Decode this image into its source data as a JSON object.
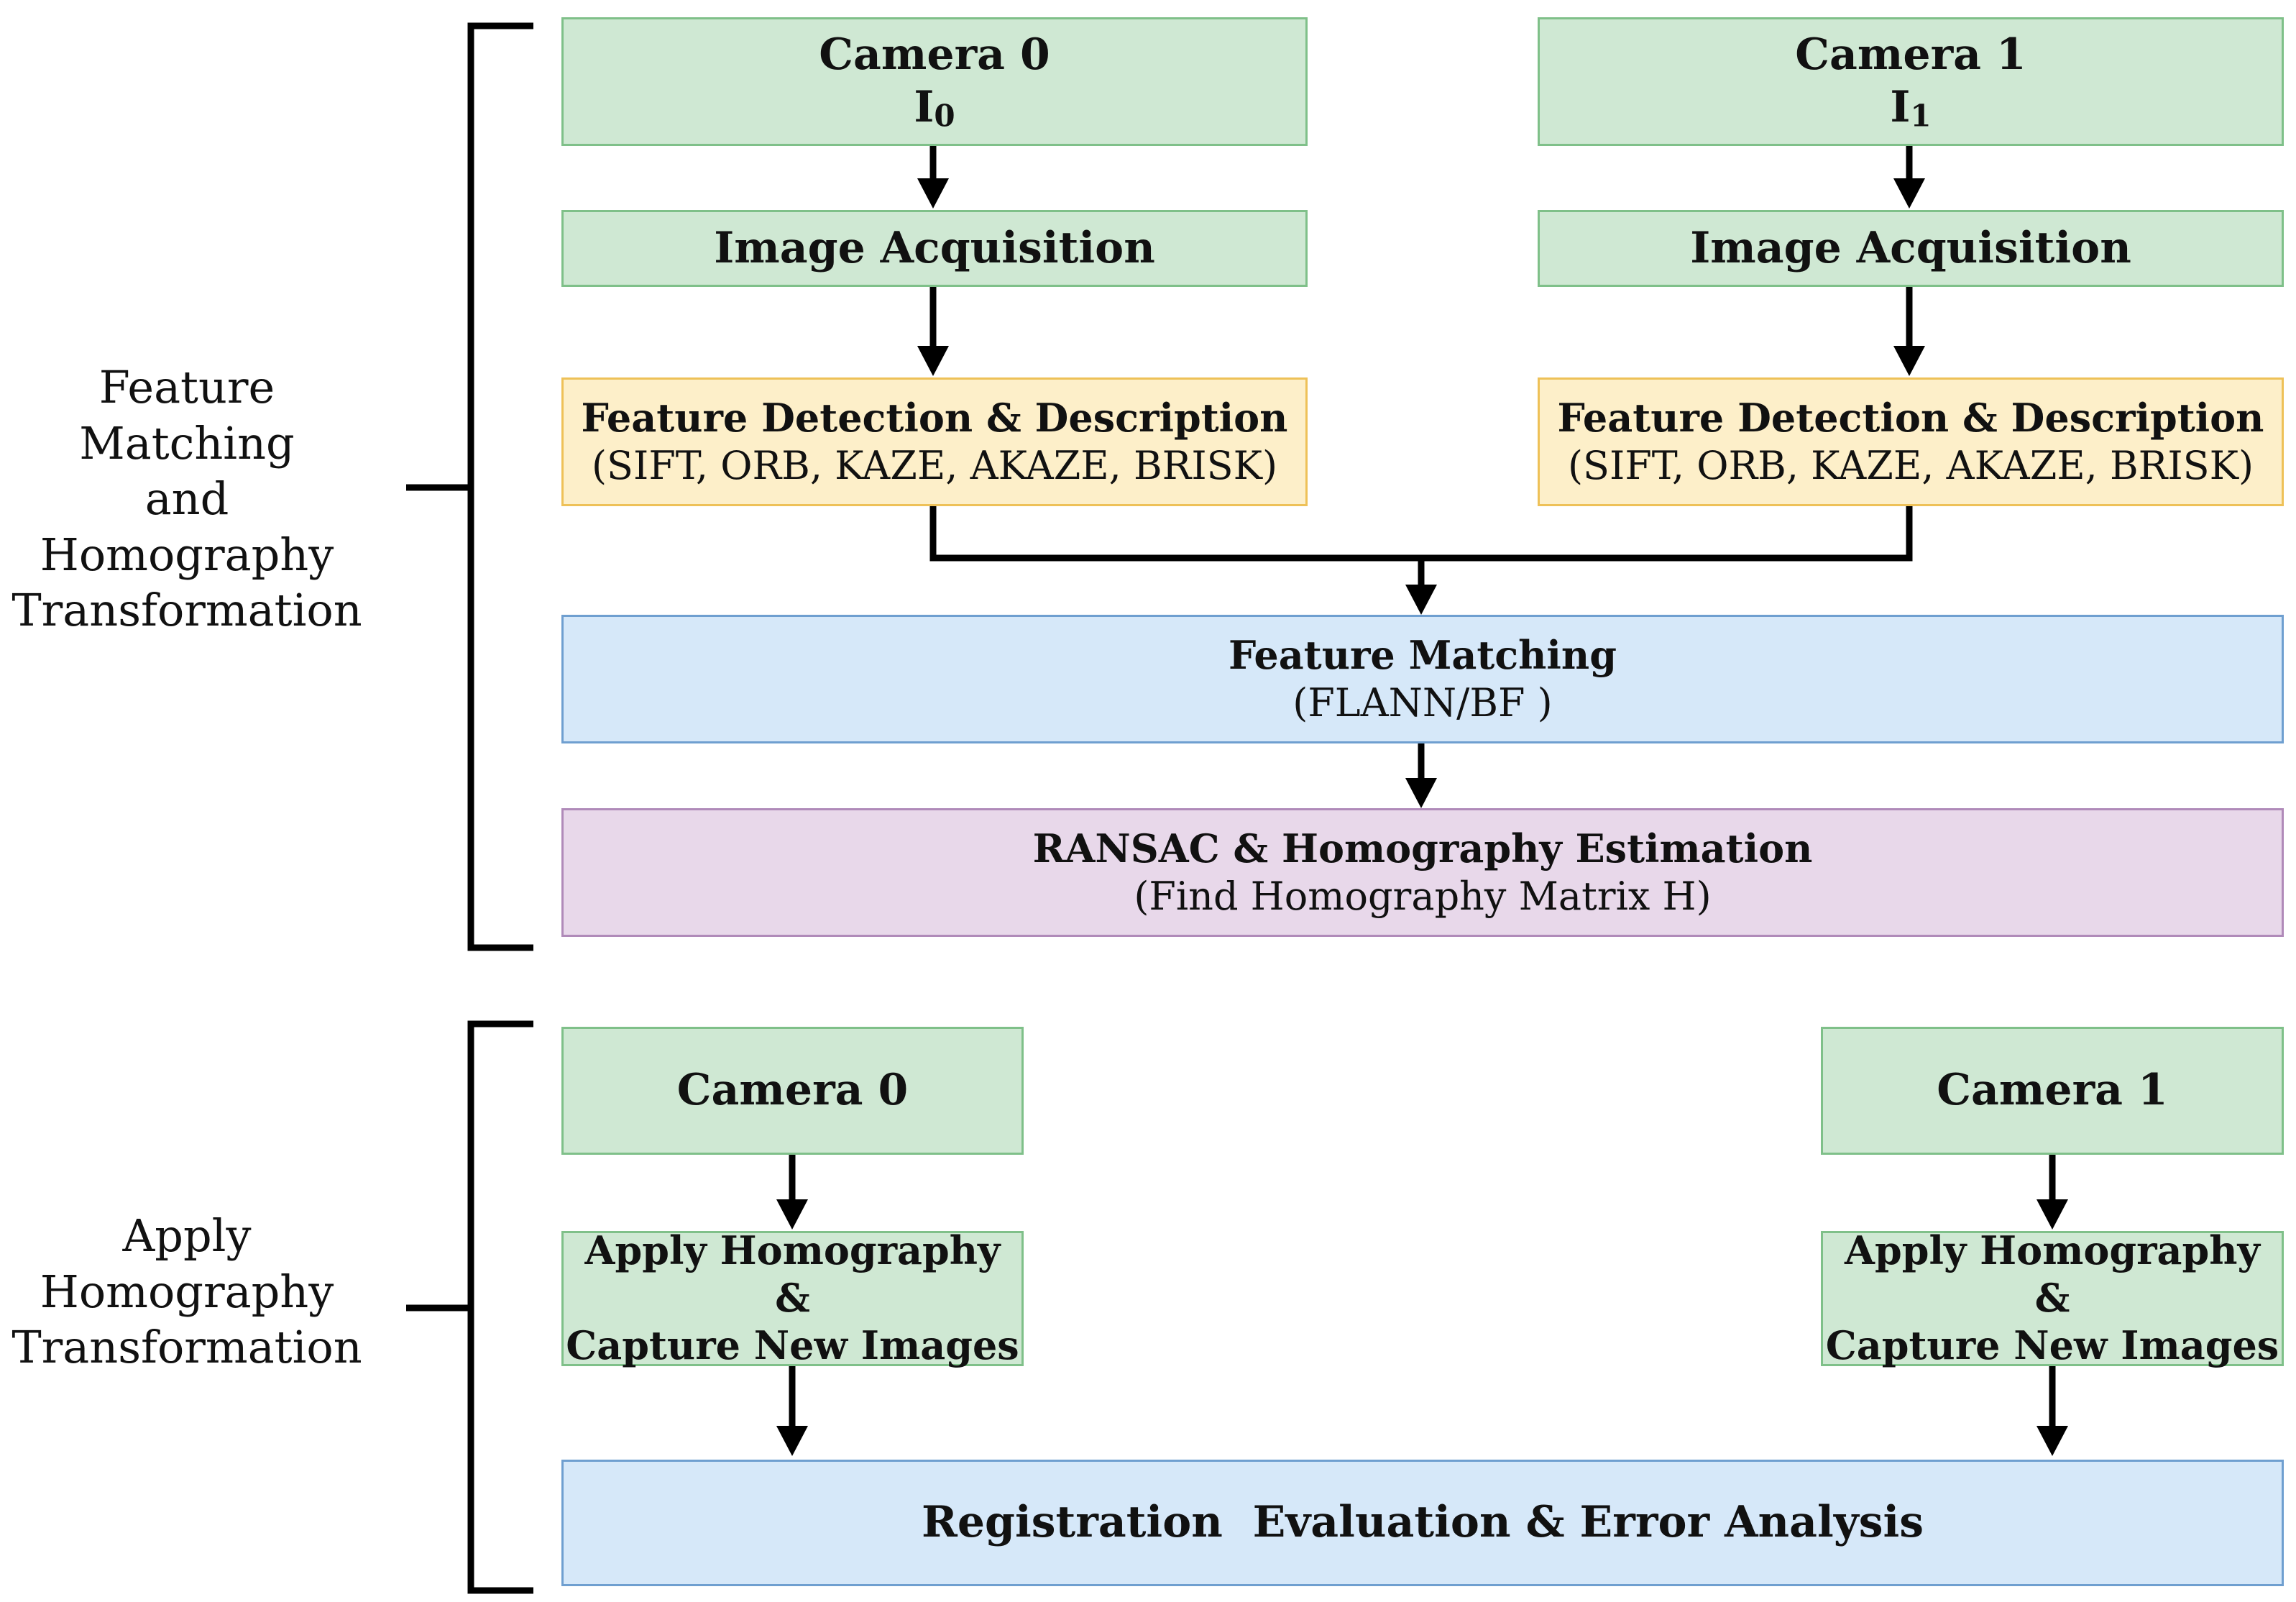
{
  "group_labels": {
    "top": [
      "Feature Matching",
      "and",
      "Homography",
      "Transformation"
    ],
    "bottom": [
      "Apply",
      "Homography",
      "Transformation"
    ]
  },
  "top": {
    "camera0": {
      "title": "Camera 0",
      "symbol": "I",
      "subscript": "0"
    },
    "camera1": {
      "title": "Camera 1",
      "symbol": "I",
      "subscript": "1"
    },
    "acquisition_left": "Image Acquisition",
    "acquisition_right": "Image Acquisition",
    "detection_left": {
      "title": "Feature Detection & Description",
      "methods": "(SIFT, ORB, KAZE, AKAZE, BRISK)"
    },
    "detection_right": {
      "title": "Feature Detection & Description",
      "methods": "(SIFT, ORB, KAZE, AKAZE, BRISK)"
    },
    "matching": {
      "title": "Feature Matching",
      "methods": "(FLANN/BF )"
    },
    "ransac": {
      "title": "RANSAC & Homography Estimation",
      "subtitle": "(Find Homography Matrix H)"
    }
  },
  "bottom": {
    "camera0": "Camera 0",
    "camera1": "Camera 1",
    "apply_left": [
      "Apply Homography &",
      "Capture New Images"
    ],
    "apply_right": [
      "Apply Homography &",
      "Capture New Images"
    ],
    "evaluation": "Registration  Evaluation & Error Analysis"
  },
  "colors": {
    "process_green": "#cfe8d3",
    "detection_yellow": "#fdefc9",
    "matching_blue": "#d6e8f9",
    "ransac_purple": "#e8d8ea"
  }
}
